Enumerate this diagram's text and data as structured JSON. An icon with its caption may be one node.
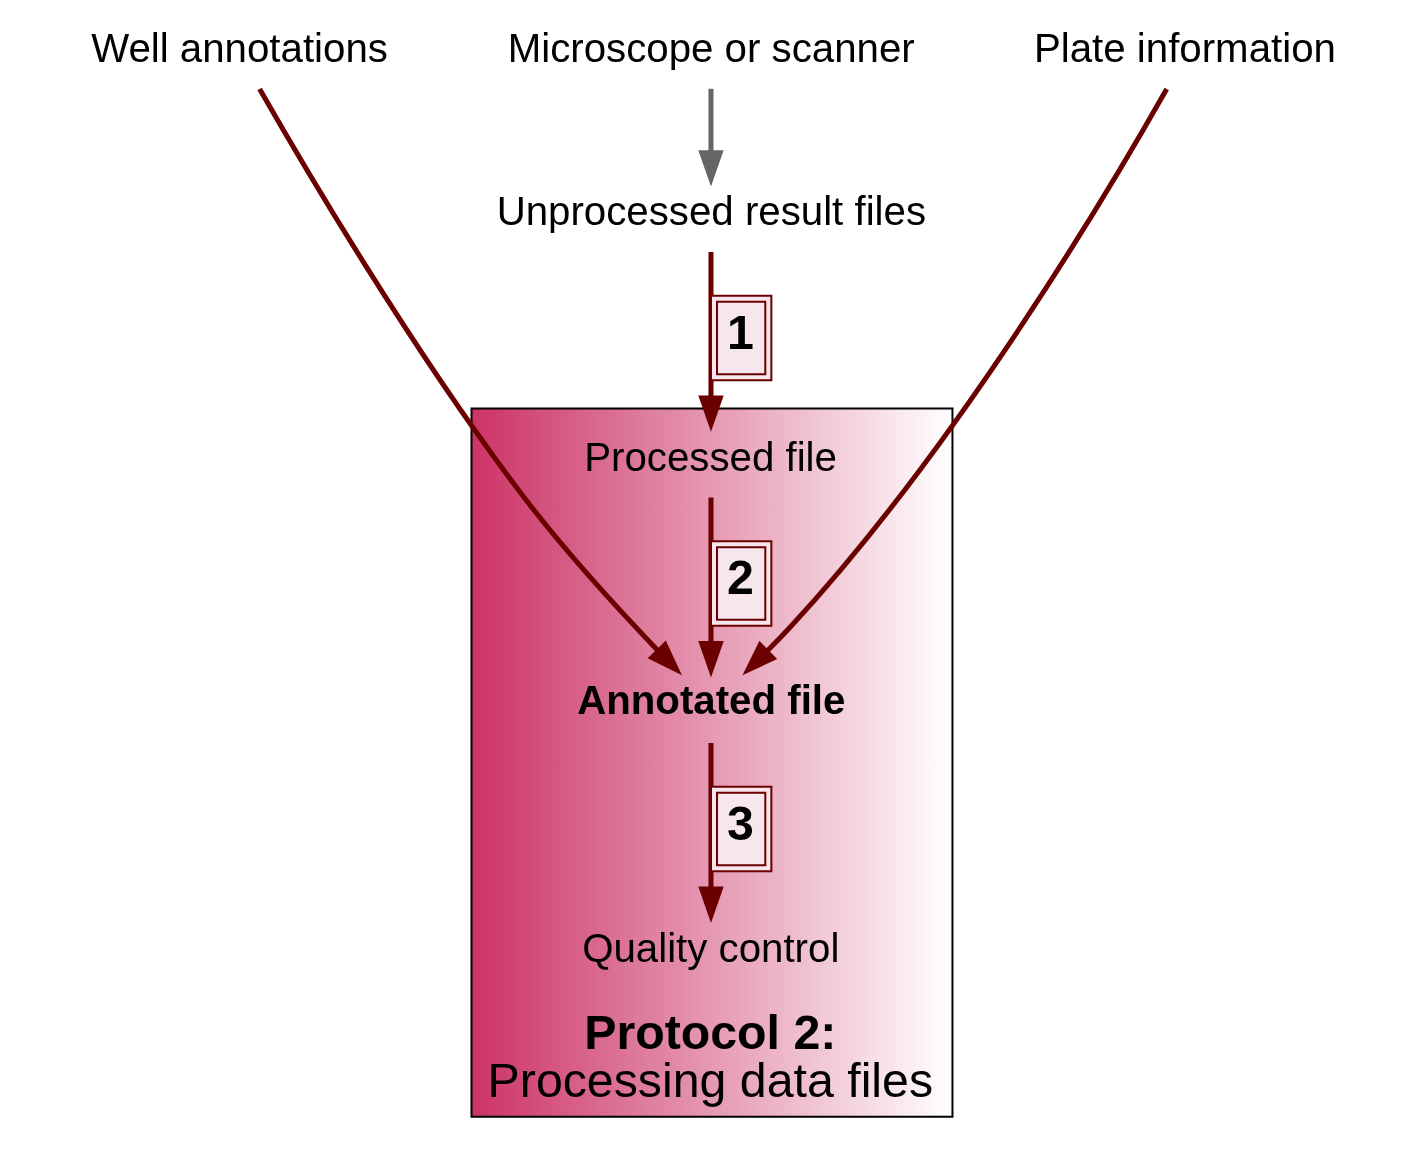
{
  "diagram": {
    "nodes": [
      {
        "text": [
          "Well annotations"
        ]
      },
      {
        "text": [
          "Plate information"
        ]
      },
      {
        "text": [
          "Microscope or scanner"
        ]
      },
      {
        "text": [
          "Unprocessed result files"
        ]
      },
      {
        "text": [
          "Protocol 2:",
          "Processing data files"
        ]
      },
      {
        "text": [
          "Processed file"
        ],
        "in": 4
      },
      {
        "text": [
          "Annotated file"
        ],
        "in": 4
      },
      {
        "text": [
          "Quality control"
        ],
        "in": 4
      }
    ],
    "edges": [
      {
        "from": 2,
        "to": 3,
        "arrow": "to",
        "color": "#666666"
      },
      {
        "from": 3,
        "to": 5,
        "arrow": "to",
        "label": "1"
      },
      {
        "from": 0,
        "to": 6,
        "arrow": "to"
      },
      {
        "from": 5,
        "to": 6,
        "arrow": "to",
        "label": "2"
      },
      {
        "from": 1,
        "to": 6,
        "arrow": "to"
      },
      {
        "from": 6,
        "to": 7,
        "arrow": "to",
        "label": "3"
      }
    ]
  }
}
